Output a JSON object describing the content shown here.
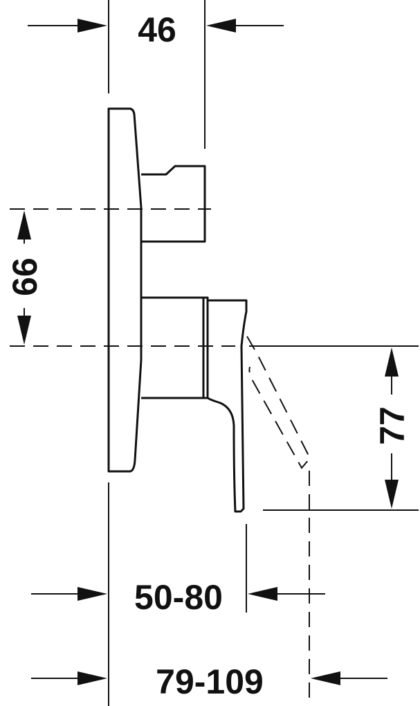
{
  "dimensions": {
    "top_width": "46",
    "vertical_left": "66",
    "vertical_right": "77",
    "bottom_inner": "50-80",
    "bottom_outer": "79-109"
  },
  "colors": {
    "ink": "#111111",
    "background": "#ffffff"
  }
}
